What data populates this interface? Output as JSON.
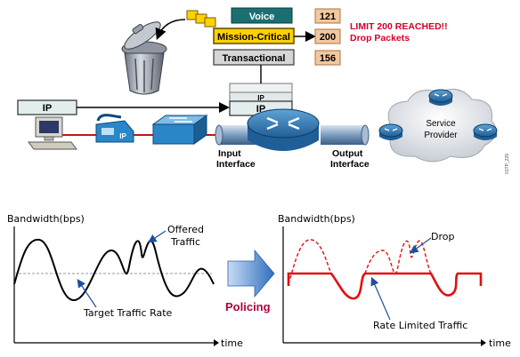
{
  "top": {
    "queues": [
      {
        "name": "Voice",
        "count": "121"
      },
      {
        "name": "Mission-Critical",
        "count": "200"
      },
      {
        "name": "Transactional",
        "count": "156"
      }
    ],
    "limit_alert": {
      "line1": "LIMIT 200 REACHED!!",
      "line2": "Drop Packets"
    },
    "ip_label_left": "IP",
    "ip_label_router": "IP",
    "ip_label_stack": "IP",
    "phone_label": "IP",
    "input_interface": {
      "line1": "Input",
      "line2": "Interface"
    },
    "output_interface": {
      "line1": "Output",
      "line2": "Interface"
    },
    "cloud": {
      "line1": "Service",
      "line2": "Provider"
    },
    "figure_code": "01TP_229"
  },
  "bottom": {
    "left_chart": {
      "ylabel": "Bandwidth(bps)",
      "xlabel": "time",
      "offered": {
        "line1": "Offered",
        "line2": "Traffic"
      },
      "target": "Target Traffic Rate"
    },
    "action": "Policing",
    "right_chart": {
      "ylabel": "Bandwidth(bps)",
      "xlabel": "time",
      "drop": "Drop",
      "limited": "Rate Limited Traffic"
    }
  },
  "colors": {
    "queue_fill": "#f0c9a0",
    "mc_fill": "#ffd200",
    "voice_fill": "#1a7070",
    "limit_red": "#d4002a",
    "policing_red": "#b4003c",
    "arrow_blue": "#2f6fc0",
    "rate_red": "#e01010"
  }
}
